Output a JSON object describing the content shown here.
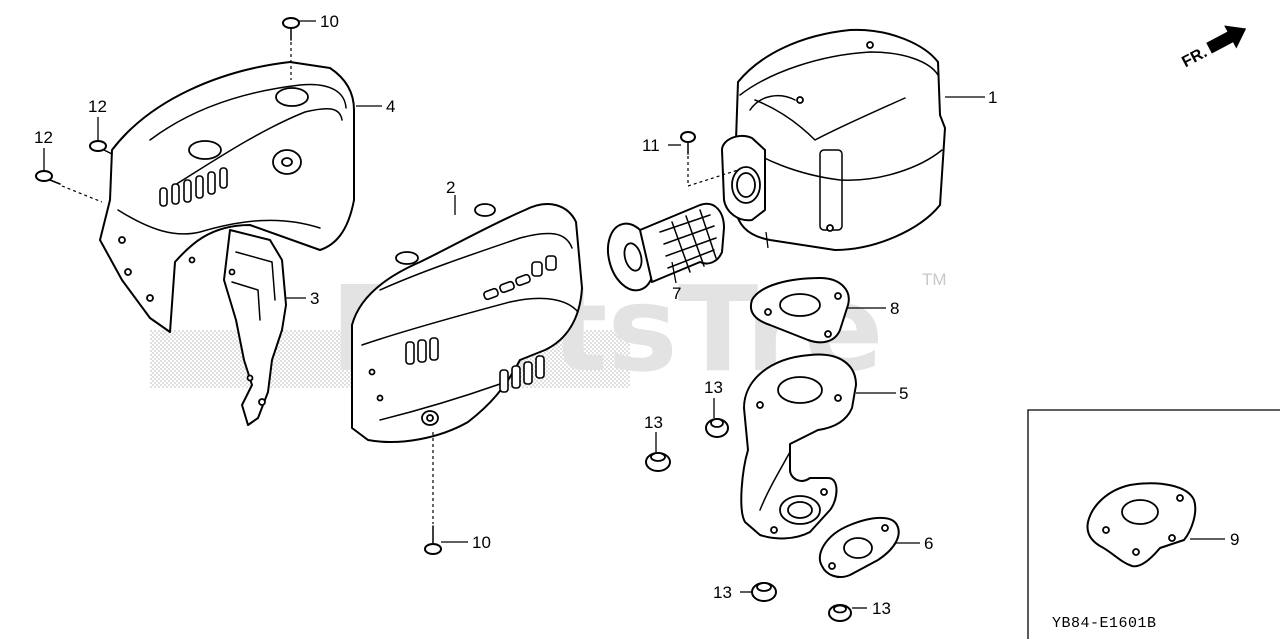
{
  "watermark": {
    "text": "PartsTre",
    "trademark": "TM"
  },
  "orientation": {
    "label": "FR."
  },
  "callouts": {
    "p1": "1",
    "p2": "2",
    "p3": "3",
    "p4": "4",
    "p5": "5",
    "p6": "6",
    "p7": "7",
    "p8": "8",
    "p9": "9",
    "p10a": "10",
    "p10b": "10",
    "p11": "11",
    "p12a": "12",
    "p12b": "12",
    "p13a": "13",
    "p13b": "13",
    "p13c": "13",
    "p13d": "13"
  },
  "inset": {
    "code": "YB84-E1601B"
  }
}
